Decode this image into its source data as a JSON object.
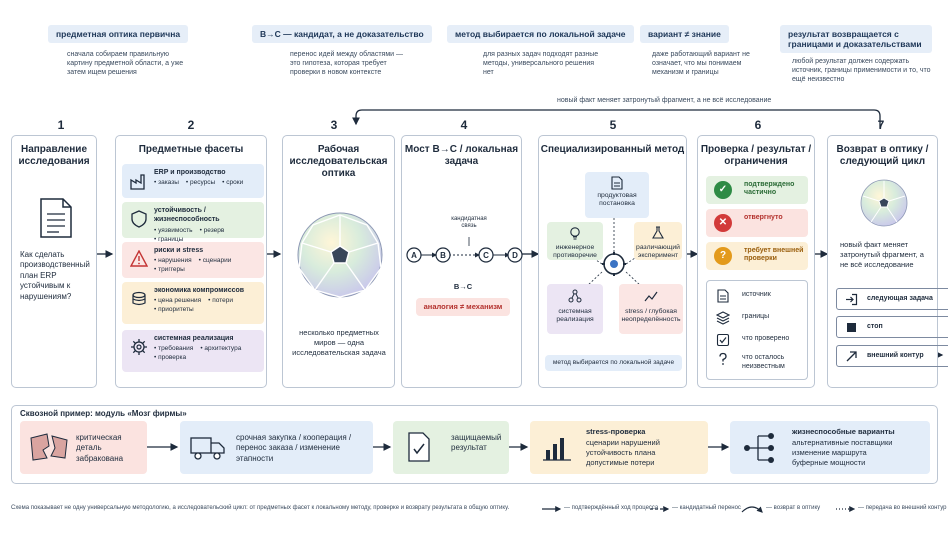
{
  "top_notes": [
    {
      "title": "предметная оптика первична",
      "text": "сначала собираем правильную картину предметной области, а уже затем ищем решения"
    },
    {
      "title": "B→C — кандидат, а не доказательство",
      "text": "перенос идей между областями — это гипотеза, которая требует проверки в новом контексте"
    },
    {
      "title": "метод выбирается по локальной задаче",
      "text": "для разных задач подходят разные методы, универсального решения нет"
    },
    {
      "title": "вариант ≠ знание",
      "text": "даже работающий вариант не означает, что мы понимаем механизм и границы"
    },
    {
      "title": "результат возвращается с границами и доказательствами",
      "text": "любой результат должен содержать источник, границы применимости и то, что ещё неизвестно"
    }
  ],
  "feedback_label": "новый факт меняет затронутый фрагмент, а не всё исследование",
  "stages": [
    {
      "num": "1",
      "title": "Направление исследования",
      "question": "Как сделать производственный план ERP устойчивым к нарушениям?"
    },
    {
      "num": "2",
      "title": "Предметные фасеты",
      "facets": [
        {
          "title": "ERP и производство",
          "items": [
            "заказы",
            "ресурсы",
            "сроки"
          ]
        },
        {
          "title": "устойчивость / жизнеспособность",
          "items": [
            "уязвимость",
            "резерв",
            "границы"
          ]
        },
        {
          "title": "риски и stress",
          "items": [
            "нарушения",
            "сценарии",
            "триггеры"
          ]
        },
        {
          "title": "экономика компромиссов",
          "items": [
            "цена решения",
            "потери",
            "приоритеты"
          ]
        },
        {
          "title": "системная реализация",
          "items": [
            "требования",
            "архитектура",
            "проверка"
          ]
        }
      ]
    },
    {
      "num": "3",
      "title": "Рабочая исследовательская оптика",
      "caption": "несколько предметных миров — одна исследовательская задача"
    },
    {
      "num": "4",
      "title": "Мост B→C / локальная задача",
      "nodes": [
        "A",
        "B",
        "C",
        "D"
      ],
      "candidate": "кандидатная связь",
      "bc": "B→C",
      "warning": "аналогия ≠ механизм"
    },
    {
      "num": "5",
      "title": "Специализированный метод",
      "methods": [
        "продуктовая постановка",
        "инженерное противоречие",
        "различающий эксперимент",
        "системная реализация",
        "stress / глубокая неопределённость"
      ],
      "footer": "метод выбирается по локальной задаче"
    },
    {
      "num": "6",
      "title": "Проверка / результат / ограничения",
      "results": [
        "подтверждено частично",
        "отвергнуто",
        "требует внешней проверки"
      ],
      "checks": [
        "источник",
        "границы",
        "что проверено",
        "что осталось неизвестным"
      ]
    },
    {
      "num": "7",
      "title": "Возврат в оптику / следующий цикл",
      "caption": "новый факт меняет затронутый фрагмент, а не всё исследование",
      "buttons": [
        "следующая задача",
        "стоп",
        "внешний контур"
      ]
    }
  ],
  "example": {
    "title": "Сквозной пример: модуль «Мозг фирмы»",
    "steps": [
      {
        "text": "критическая деталь забракована"
      },
      {
        "text": "срочная закупка / кооперация / перенос заказа / изменение этапности"
      },
      {
        "text": "защищаемый результат"
      },
      {
        "title": "stress-проверка",
        "items": [
          "сценарии нарушений",
          "устойчивость плана",
          "допустимые потери"
        ]
      },
      {
        "title": "жизнеспособные варианты",
        "items": [
          "альтернативные поставщики",
          "изменение маршрута",
          "буферные мощности"
        ]
      }
    ]
  },
  "footer_text": "Схема показывает не одну универсальную методологию, а исследовательский цикл: от предметных фасет к локальному методу, проверке и возврату результата в общую оптику.",
  "legend": [
    "— подтверждённый ход процесса",
    "— кандидатный перенос",
    "— возврат в оптику",
    "— передача во внешний контур"
  ],
  "colors": {
    "navy": "#1e2b3c",
    "blue": "#3b74c4",
    "green": "#2e8b45",
    "red": "#d23a3a",
    "orange": "#e39a1c"
  }
}
